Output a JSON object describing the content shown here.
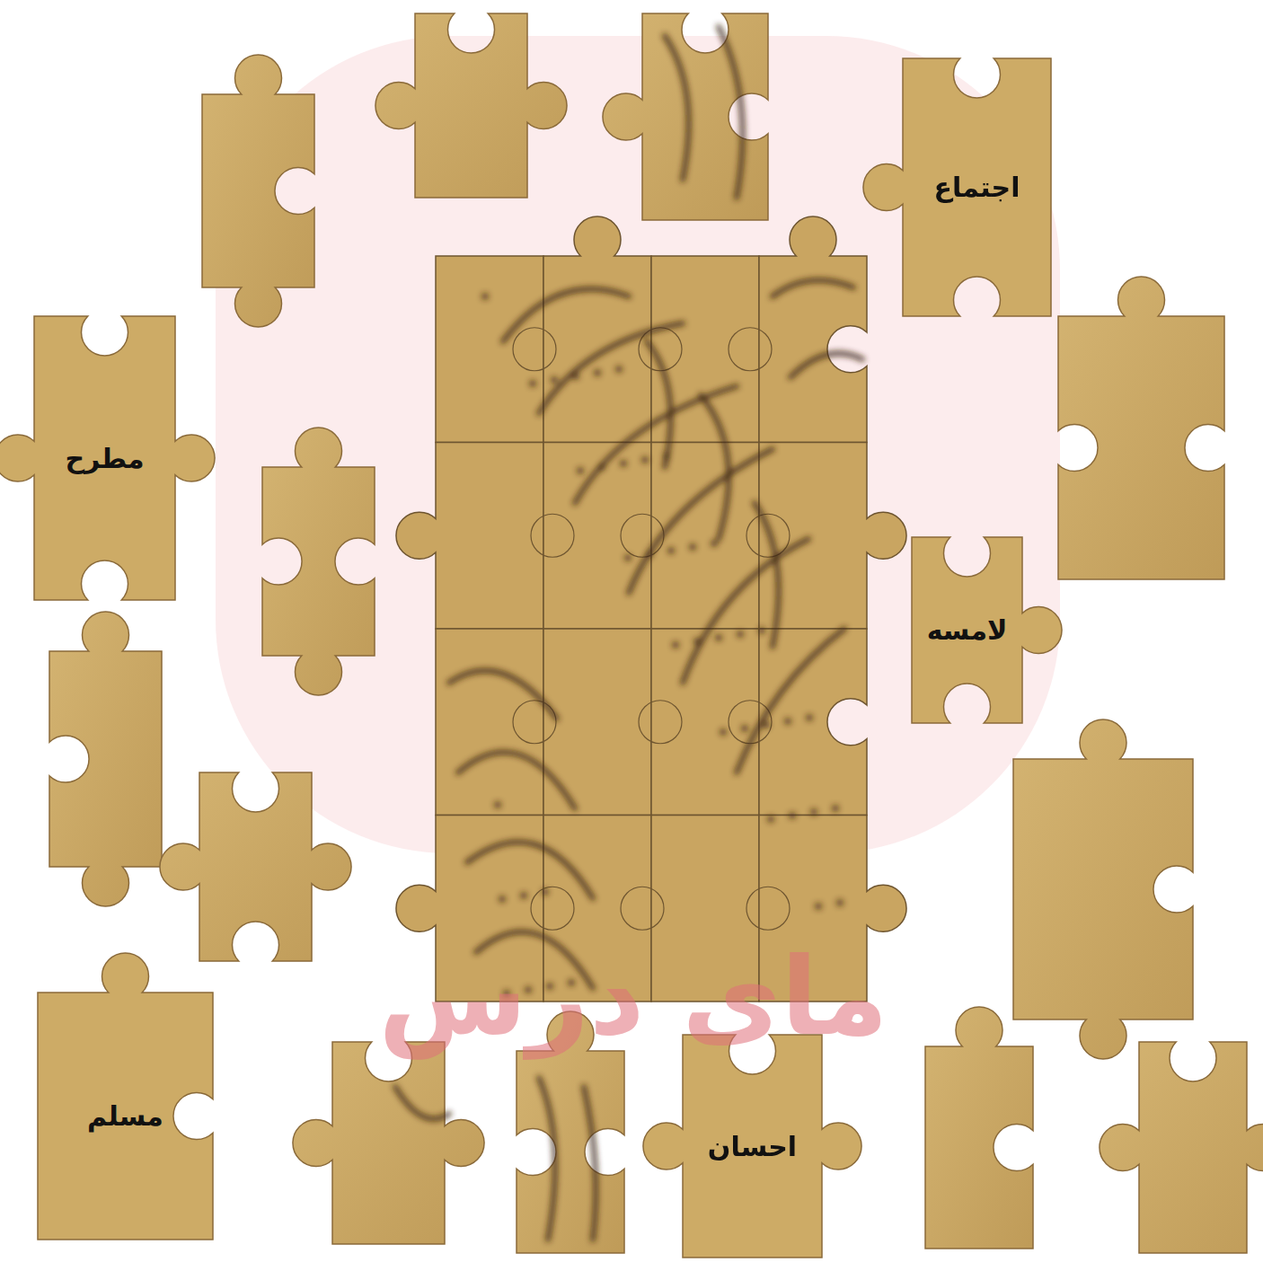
{
  "diagram": {
    "nodes": [
      {
        "text": [
          "اجتماع"
        ]
      },
      {
        "text": [
          "مطرح"
        ]
      },
      {
        "text": [
          "لامسه"
        ]
      },
      {
        "text": [
          "مسلم"
        ]
      },
      {
        "text": [
          "احسان"
        ]
      }
    ],
    "labels": [
      "مای درس"
    ]
  }
}
